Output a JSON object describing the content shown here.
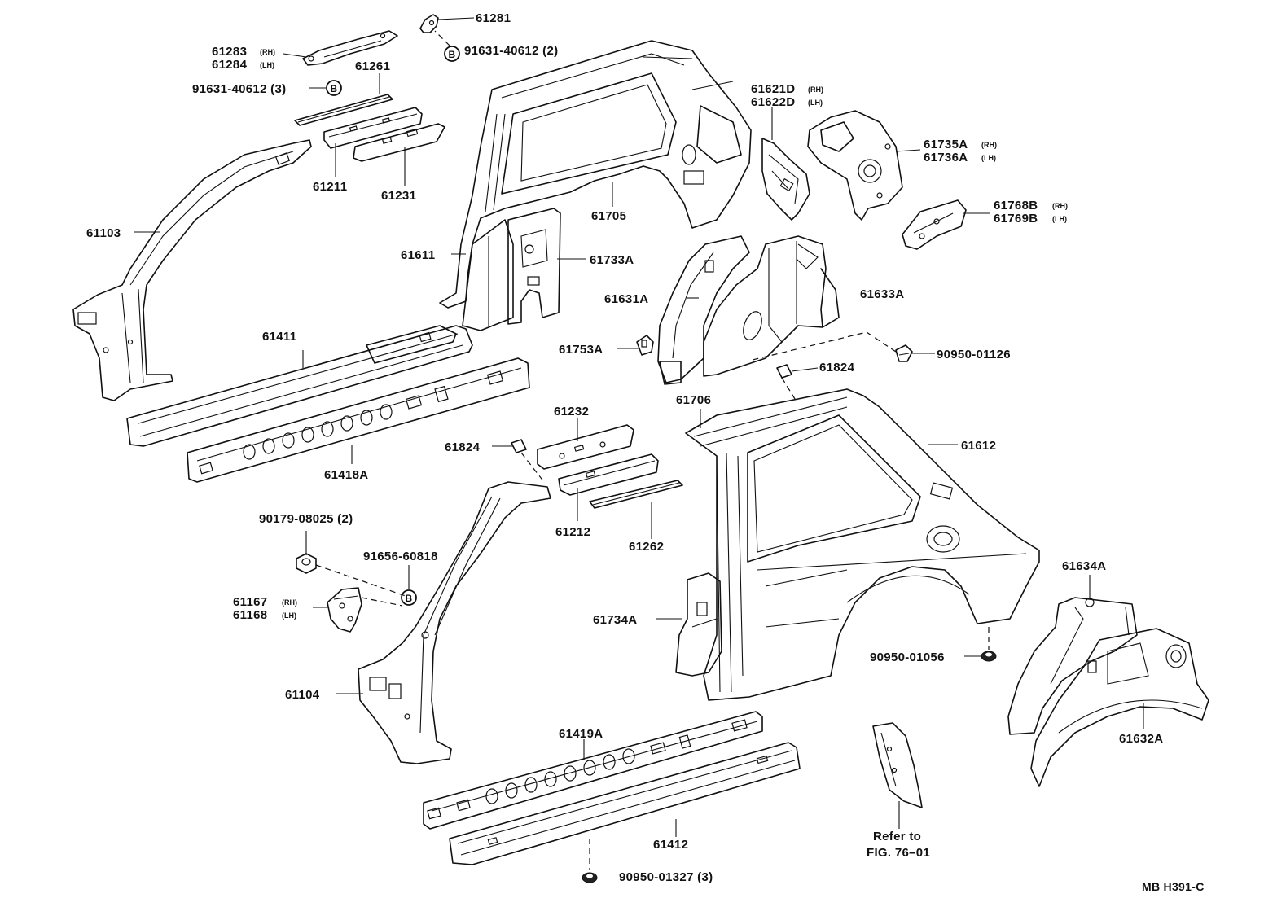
{
  "labels": {
    "p61281": "61281",
    "p61283": "61283",
    "p61284": "61284",
    "p61261": "61261",
    "bolt_top_left": "91631-40612 (3)",
    "bolt_top_right": "91631-40612 (2)",
    "p61211": "61211",
    "p61231": "61231",
    "p61103": "61103",
    "p61611": "61611",
    "p61705": "61705",
    "p61733a": "61733A",
    "p61621d": "61621D",
    "p61622d": "61622D",
    "p61735a": "61735A",
    "p61736a": "61736A",
    "p61768b": "61768B",
    "p61769b": "61769B",
    "p61631a": "61631A",
    "p61633a": "61633A",
    "p61753a": "61753A",
    "clip_90950_01126": "90950-01126",
    "p61824_right": "61824",
    "p61411": "61411",
    "p61418a": "61418A",
    "p61706": "61706",
    "p61612": "61612",
    "p61232": "61232",
    "p61824_left": "61824",
    "p61212": "61212",
    "p61262": "61262",
    "nut_90179": "90179-08025 (2)",
    "bolt_91656": "91656-60818",
    "p61167": "61167",
    "p61168": "61168",
    "p61734a": "61734A",
    "p61634a": "61634A",
    "nut_90950_01056": "90950-01056",
    "p61632a": "61632A",
    "p61104": "61104",
    "p61419a": "61419A",
    "p61412": "61412",
    "refer_line1": "Refer to",
    "refer_line2": "FIG. 76–01",
    "nut_90950_01327": "90950-01327 (3)",
    "figure_code": "MB H391-C"
  },
  "suffixes": {
    "rh": "(RH)",
    "lh": "(LH)"
  },
  "markers": {
    "bolt_letter": "B"
  }
}
